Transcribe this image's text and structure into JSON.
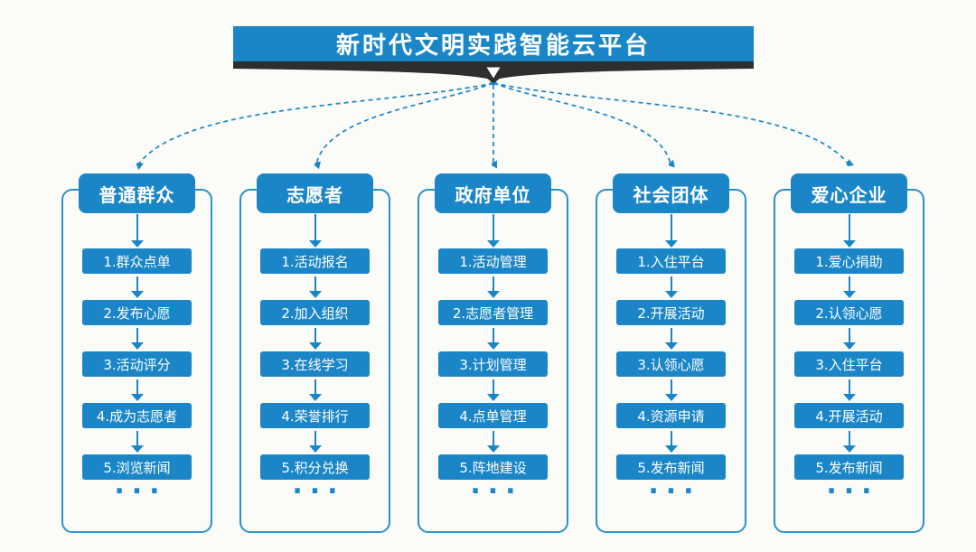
{
  "title": "新时代文明实践智能云平台",
  "columns": [
    {
      "header": "普通群众",
      "items": [
        "1.群众点单",
        "2.发布心愿",
        "3.活动评分",
        "4.成为志愿者",
        "5.浏览新闻"
      ],
      "more": "..."
    },
    {
      "header": "志愿者",
      "items": [
        "1.活动报名",
        "2.加入组织",
        "3.在线学习",
        "4.荣誉排行",
        "5.积分兑换"
      ],
      "more": "..."
    },
    {
      "header": "政府单位",
      "items": [
        "1.活动管理",
        "2.志愿者管理",
        "3.计划管理",
        "4.点单管理",
        "5.阵地建设"
      ],
      "more": "..."
    },
    {
      "header": "社会团体",
      "items": [
        "1.入住平台",
        "2.开展活动",
        "3.认领心愿",
        "4.资源申请",
        "5.发布新闻"
      ],
      "more": "..."
    },
    {
      "header": "爱心企业",
      "items": [
        "1.爱心捐助",
        "2.认领心愿",
        "3.入住平台",
        "4.开展活动",
        "5.发布新闻"
      ],
      "more": "..."
    }
  ],
  "colors": {
    "primary_blue": "#1B86C7",
    "frame_border_blue": "#2A8FD0",
    "ribbon_dark": "#2E2E2E",
    "text_on_blue": "#FFFFFF",
    "background": "#FBFBF8"
  }
}
